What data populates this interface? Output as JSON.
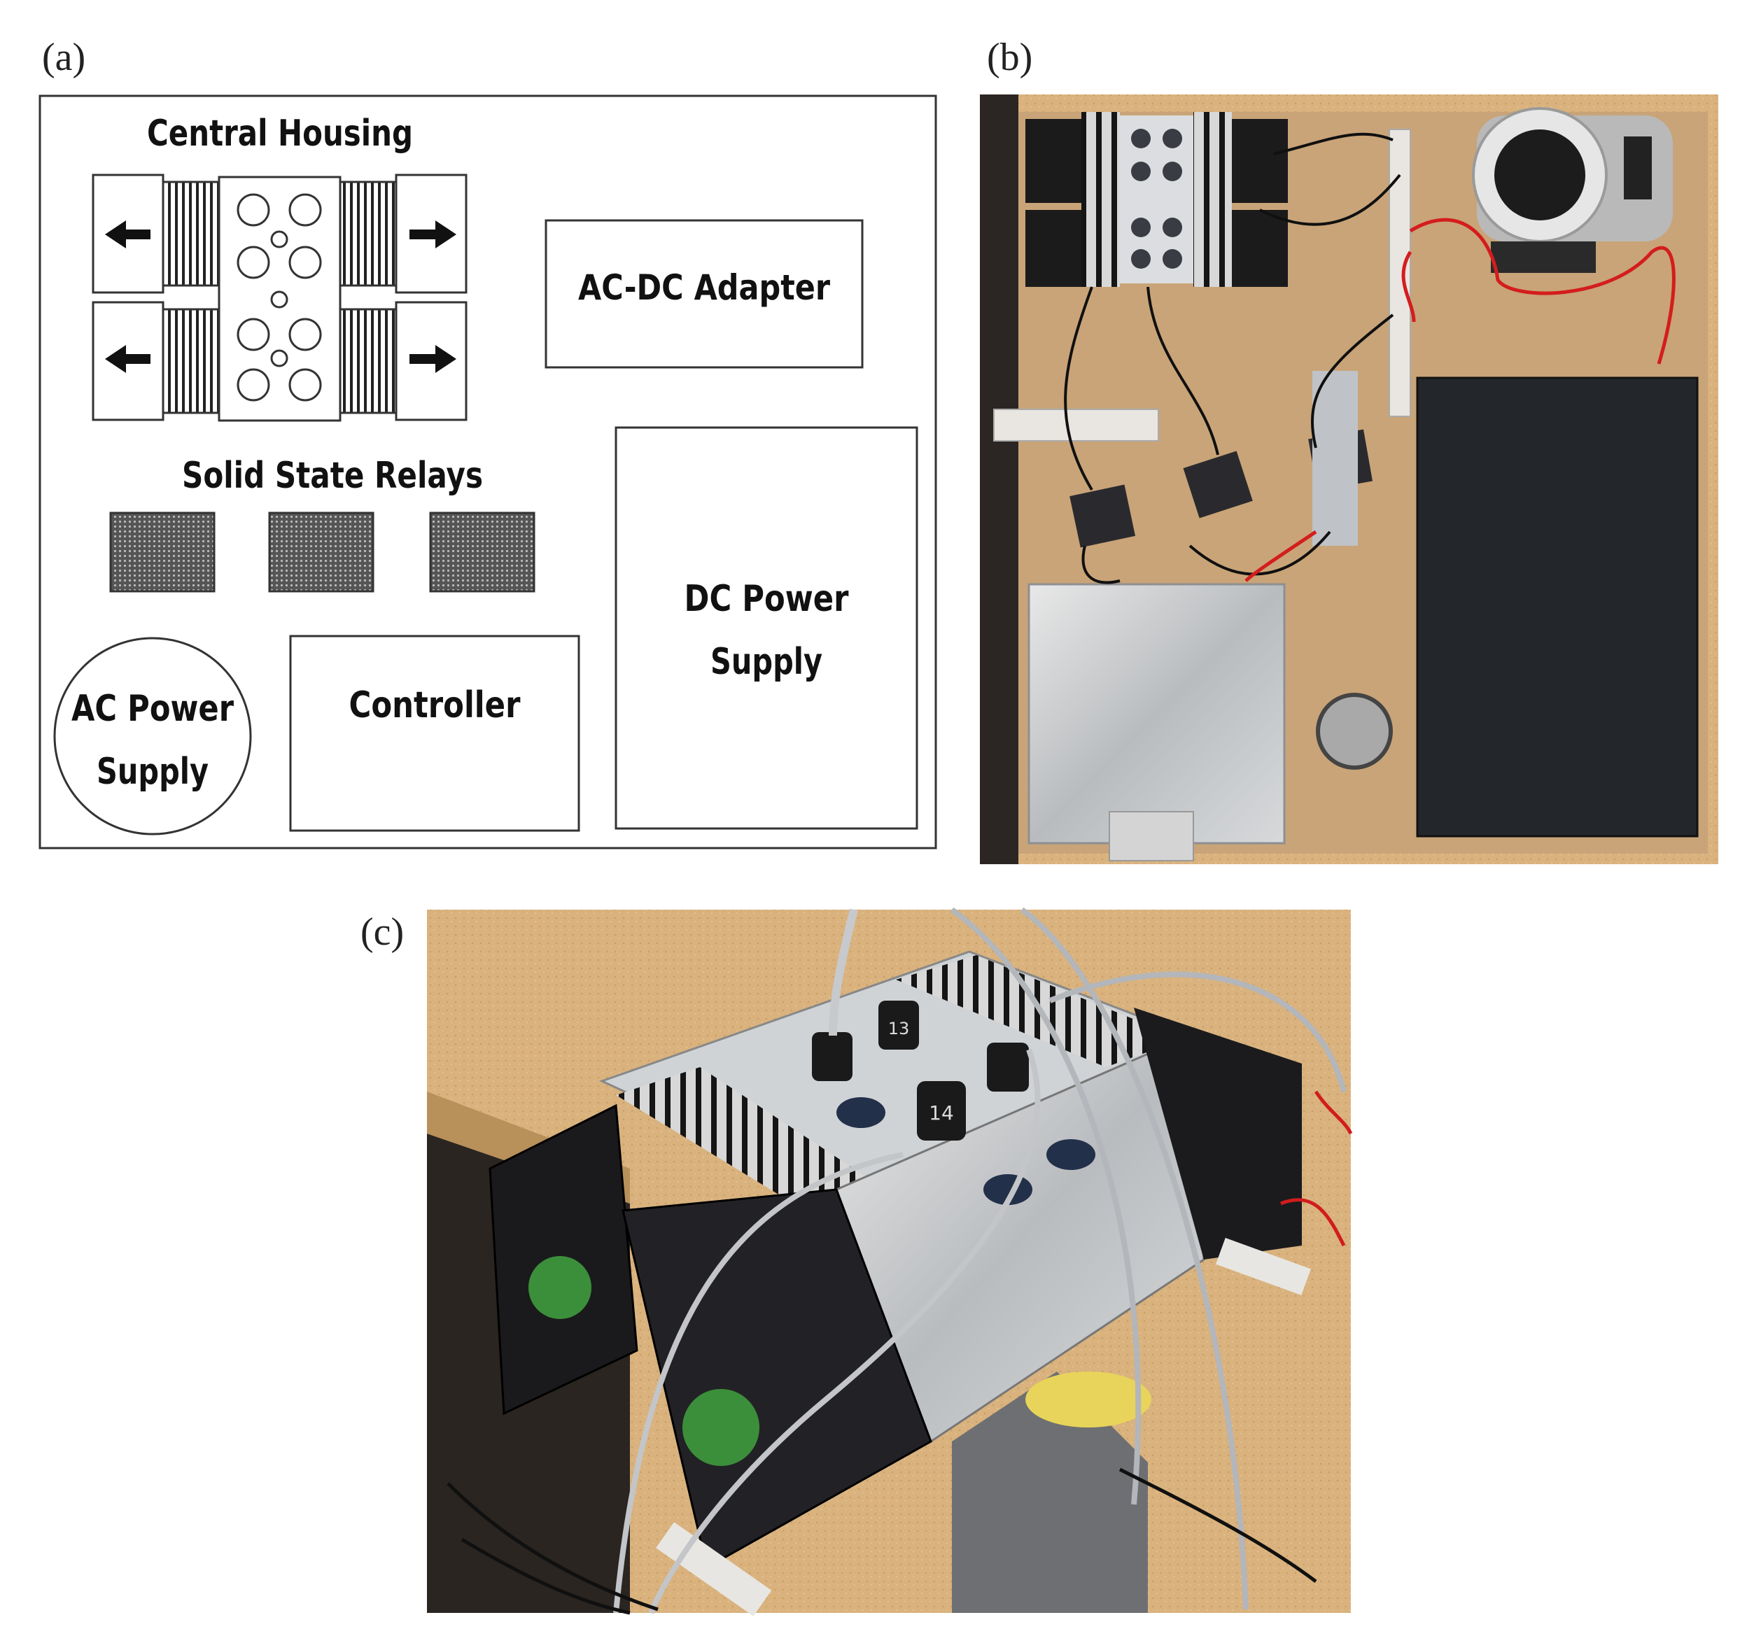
{
  "panels": {
    "a": "(a)",
    "b": "(b)",
    "c": "(c)"
  },
  "schematic": {
    "central_housing": "Central Housing",
    "ac_dc_adapter": "AC-DC Adapter",
    "solid_state_relays": "Solid State Relays",
    "dc_power_supply_line1": "DC Power",
    "dc_power_supply_line2": "Supply",
    "ac_power_supply_line1": "AC Power",
    "ac_power_supply_line2": "Supply",
    "controller": "Controller"
  },
  "photo_c": {
    "cap_text_1": "14",
    "cap_text_2": "13"
  }
}
